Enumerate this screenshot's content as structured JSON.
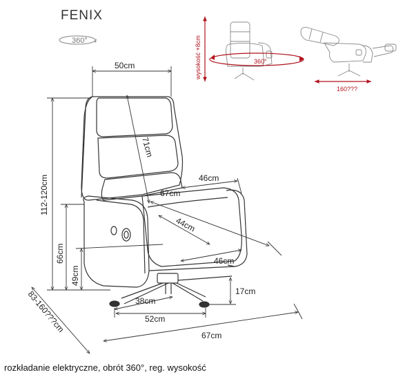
{
  "product": {
    "name": "FENIX",
    "rotation_badge": "360°",
    "caption": "rozkładanie elektryczne, obrót 360°, reg. wysokość"
  },
  "inset": {
    "height_adjust_label": "wysokość +8cm",
    "rotation_label": "360°",
    "recline_label": "160???",
    "accent_color": "#b0121b"
  },
  "dimensions": {
    "backrest_width": "50cm",
    "backrest_height": "71cm",
    "total_height": "112-120cm",
    "armrest_height": "66cm",
    "seat_height": "49cm",
    "seat_depth_total": "67cm",
    "armrest_depth": "46cm",
    "seat_depth": "44cm",
    "seat_width": "46cm",
    "base_height": "17cm",
    "base_front": "38cm",
    "base_width": "52cm",
    "total_depth": "67cm",
    "reclined_depth": "83-160???cm"
  }
}
